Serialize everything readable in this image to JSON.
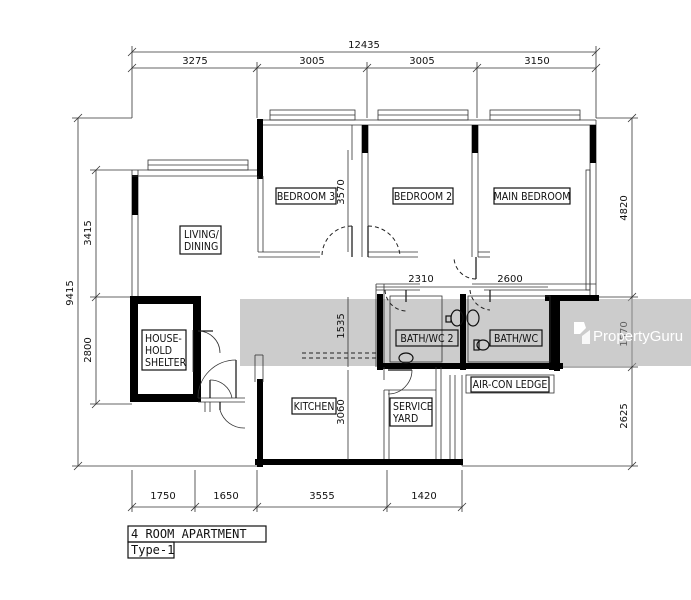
{
  "dimensions": {
    "top_total": "12435",
    "top_segments": [
      "3275",
      "3005",
      "3005",
      "3150"
    ],
    "bottom_segments": [
      "1750",
      "1650",
      "3555",
      "1420"
    ],
    "left_total": "9415",
    "left_segments": [
      "3415",
      "2800"
    ],
    "right_segments": [
      "4820",
      "1570",
      "2625"
    ],
    "inner_vertical_bedroom3": "3570",
    "inner_vertical_1535": "1535",
    "inner_vertical_kitchen": "3060",
    "inner_horizontal_bath_left": "2310",
    "inner_horizontal_bath_right": "2600"
  },
  "rooms": {
    "bedroom3": "BEDROOM 3",
    "bedroom2": "BEDROOM 2",
    "main_bedroom": "MAIN BEDROOM",
    "living_line1": "LIVING/",
    "living_line2": "DINING",
    "shelter_line1": "HOUSE-",
    "shelter_line2": "HOLD",
    "shelter_line3": "SHELTER",
    "kitchen": "KITCHEN",
    "service_line1": "SERVICE",
    "service_line2": "YARD",
    "bath2": "BATH/WC 2",
    "bath": "BATH/WC",
    "aircon": "AIR-CON LEDGE"
  },
  "caption": {
    "title": "4 ROOM APARTMENT",
    "type": "Type-1"
  },
  "watermark": {
    "text": "PropertyGuru"
  },
  "colors": {
    "watermark_band": "#9a9a9a",
    "ink": "#000000"
  }
}
